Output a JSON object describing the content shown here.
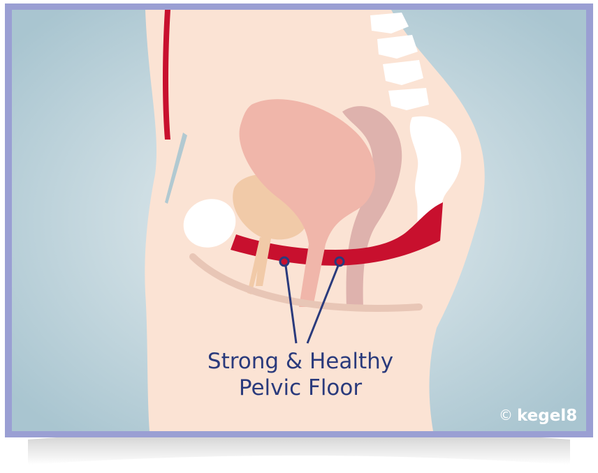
{
  "label": {
    "line1": "Strong & Healthy",
    "line2": "Pelvic Floor"
  },
  "watermark": {
    "symbol": "©",
    "brand": "kegel8"
  },
  "colors": {
    "frame": "#9a9fd3",
    "background": "#a9c5d0",
    "skin": "#fbe3d4",
    "muscle": "#c8102e",
    "bladder": "#ecb7a6",
    "uterus": "#f0b6aa",
    "rectum": "#d8a9a6",
    "prostate": "#f1caa8",
    "bone": "#ffffff",
    "pointer": "#2a3a7c",
    "label_text": "#2a3a7c"
  },
  "icons": {
    "copyright": "copyright-icon"
  }
}
